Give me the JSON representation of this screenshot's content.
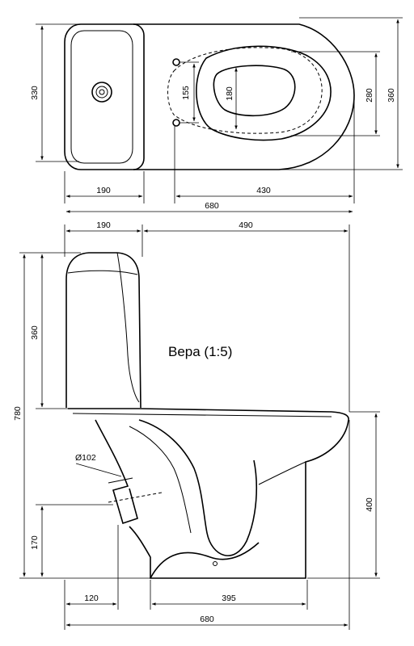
{
  "title": "Вера (1:5)",
  "top_view": {
    "dim_tank_depth": "330",
    "dim_bowl_depth": "360",
    "dim_seat_inner": "280",
    "dim_seat_holes": "155",
    "dim_opening": "180",
    "dim_tank_width": "190",
    "dim_bowl_length": "430",
    "dim_total_length": "680"
  },
  "side_view": {
    "dim_tank_top": "190",
    "dim_bowl_top": "490",
    "dim_total_height": "780",
    "dim_tank_height": "360",
    "dim_bowl_height": "400",
    "dim_outlet_height": "170",
    "dim_outlet_diameter": "Ø102",
    "dim_outlet_offset": "120",
    "dim_base_length": "395",
    "dim_total_length": "680"
  }
}
